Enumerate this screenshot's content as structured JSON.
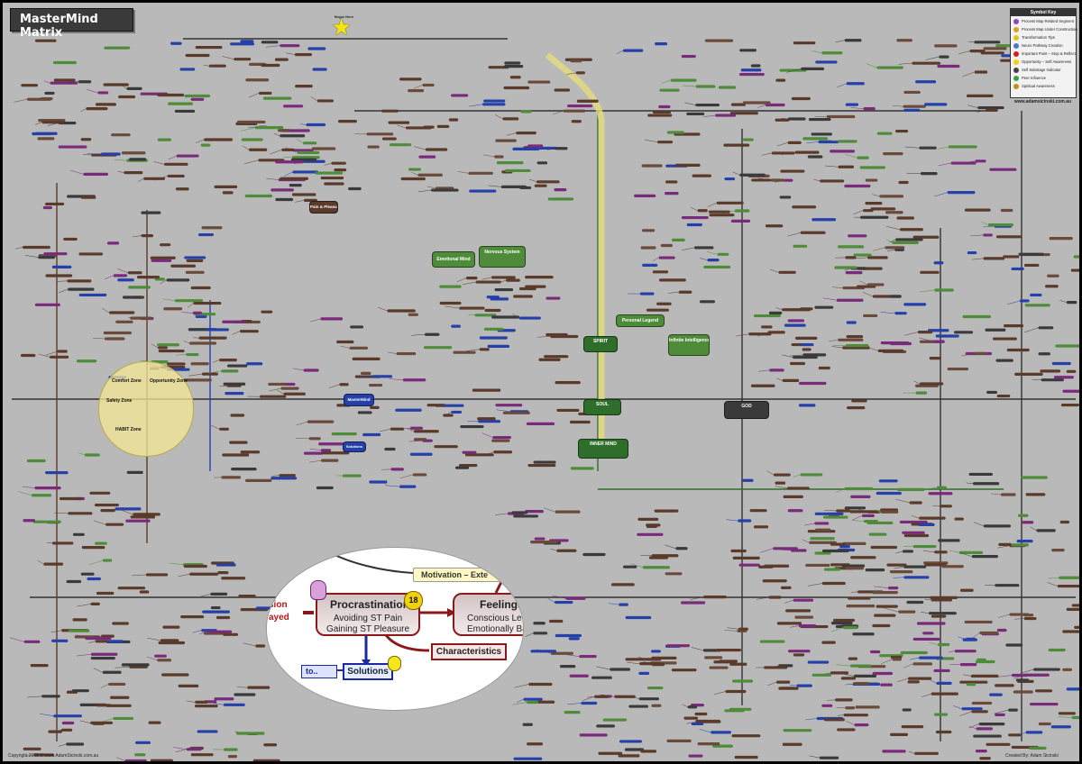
{
  "map": {
    "title": "MasterMind Matrix",
    "start": "Begin Here",
    "copyright": "Copyright 2006 © www.AdamSicinski.com.au",
    "creator": "Created By: Adam Sicinski"
  },
  "symbol_key": {
    "title": "Symbol Key",
    "url": "www.adamsicinski.com.au",
    "items": [
      {
        "label": "Process Map Related Segment",
        "color": "#8a4bb8"
      },
      {
        "label": "Process Map Under Construction",
        "color": "#d9a21a"
      },
      {
        "label": "Transformation Tips",
        "color": "#e2c21a"
      },
      {
        "label": "Neuro Pathway Creation",
        "color": "#4a78c8"
      },
      {
        "label": "Important Point – Stop & Reflect",
        "color": "#d22020"
      },
      {
        "label": "Opportunity – Self Awareness",
        "color": "#f0d010"
      },
      {
        "label": "Self Sabotage Indicator",
        "color": "#444444"
      },
      {
        "label": "Peer Influence",
        "color": "#3aa04a"
      },
      {
        "label": "Spiritual Awareness",
        "color": "#c09010"
      }
    ]
  },
  "hubs": [
    {
      "id": "emotional-mind",
      "label": "Emotional Mind",
      "color": "#4e8c3a"
    },
    {
      "id": "nervous-system",
      "label": "Nervous System",
      "color": "#4e8c3a"
    },
    {
      "id": "personal-legend",
      "label": "Personal Legend",
      "color": "#4e8c3a"
    },
    {
      "id": "spirit",
      "label": "SPIRIT",
      "color": "#2f6e2a"
    },
    {
      "id": "infinite-intelligence",
      "label": "Infinite Intelligence",
      "color": "#4e8c3a"
    },
    {
      "id": "soul",
      "label": "SOUL",
      "color": "#2f6e2a"
    },
    {
      "id": "inner-mind",
      "label": "INNER MIND",
      "color": "#2f6e2a"
    },
    {
      "id": "god",
      "label": "GOD",
      "color": "#3a3a3a"
    },
    {
      "id": "mastermind",
      "label": "MasterMind",
      "color": "#2540a8"
    },
    {
      "id": "pain-pleasure",
      "label": "Pain & Pleasure",
      "color": "#5a3a2a"
    },
    {
      "id": "solutions",
      "label": "Solutions",
      "color": "#2540a8"
    }
  ],
  "zones": {
    "comfort": "Comfort Zone",
    "opportunity": "Opportunity Zone",
    "safety": "Safety Zone",
    "habit": "HABIT Zone"
  },
  "zoom": {
    "motivation": "Motivation – Exte",
    "procrastination_title": "Procrastination",
    "procrastination_line1": "Avoiding ST Pain",
    "procrastination_line2": "Gaining ST Pleasure",
    "badge": "18",
    "feelings_title": "Feelings",
    "feelings_line1": "Conscious Le",
    "feelings_line2": "Emotionally Ba",
    "characteristics": "Characteristics",
    "solutions": "Solutions",
    "to_label": "to..",
    "left_text1": "sion",
    "left_text2": "ayed"
  }
}
